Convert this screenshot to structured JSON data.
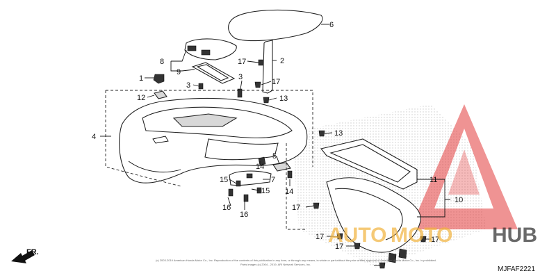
{
  "callouts": {
    "c1": "1",
    "c2": "2",
    "c3a": "3",
    "c3b": "3",
    "c4": "4",
    "c5": "5",
    "c6": "6",
    "c7": "7",
    "c8": "8",
    "c9": "9",
    "c10": "10",
    "c11": "11",
    "c12": "12",
    "c13a": "13",
    "c13b": "13",
    "c14a": "14",
    "c14b": "14",
    "c15a": "15",
    "c15b": "15",
    "c16a": "16",
    "c16b": "16",
    "c17a": "17",
    "c17b": "17",
    "c17c": "17",
    "c17d": "17",
    "c17e": "17",
    "c17f": "17"
  },
  "front_label": "FR.",
  "diagram_code": "MJFAF2221",
  "copyright_line1": "(c) 2003-2019 American Honda Motor Co., Inc. Reproduction of the contents of this publication in any form, or through any means, in whole or part without the prior written approval of American Honda Motor Co., Inc. is prohibited.",
  "copyright_line2": "Parts images (c) 2004 - 2019, ARI Network Services, Inc.",
  "watermark": {
    "part1": "AUTO",
    "part2": "MOTO",
    "part3": "HUB"
  },
  "colors": {
    "watermark_red": "#e23a3a",
    "watermark_orange": "#f2b33d",
    "watermark_dark": "#2b2b2b"
  }
}
